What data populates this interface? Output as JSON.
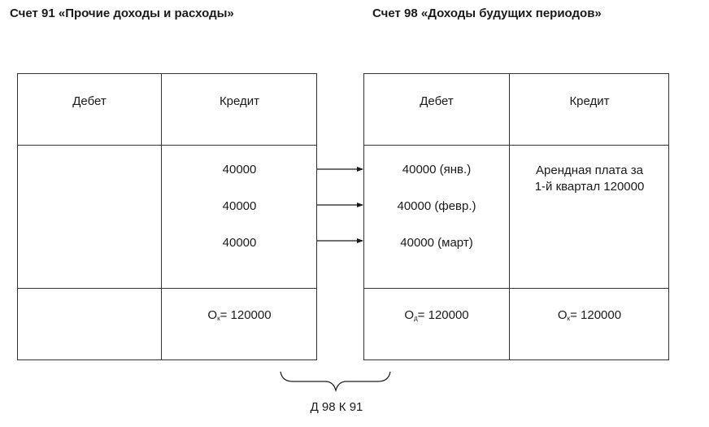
{
  "titles": {
    "account_91": "Счет 91 «Прочие доходы и расходы»",
    "account_98": "Счет 98 «Доходы будущих периодов»"
  },
  "account_91": {
    "debit_header": "Дебет",
    "credit_header": "Кредит",
    "credit_entries": [
      "40000",
      "40000",
      "40000"
    ],
    "closing": {
      "letter": "О",
      "subscript": "к",
      "value": "= 120000"
    }
  },
  "account_98": {
    "debit_header": "Дебет",
    "credit_header": "Кредит",
    "debit_entries": [
      "40000 (янв.)",
      "40000 (февр.)",
      "40000 (март)"
    ],
    "credit_entry": "Арендная плата за 1-й квартал 120000",
    "debit_closing": {
      "letter": "О",
      "subscript": "д",
      "value": "= 120000"
    },
    "credit_closing": {
      "letter": "О",
      "subscript": "к",
      "value": "= 120000"
    }
  },
  "posting": "Д 98 К 91",
  "colors": {
    "line": "#333333",
    "text": "#1a1a1a"
  }
}
